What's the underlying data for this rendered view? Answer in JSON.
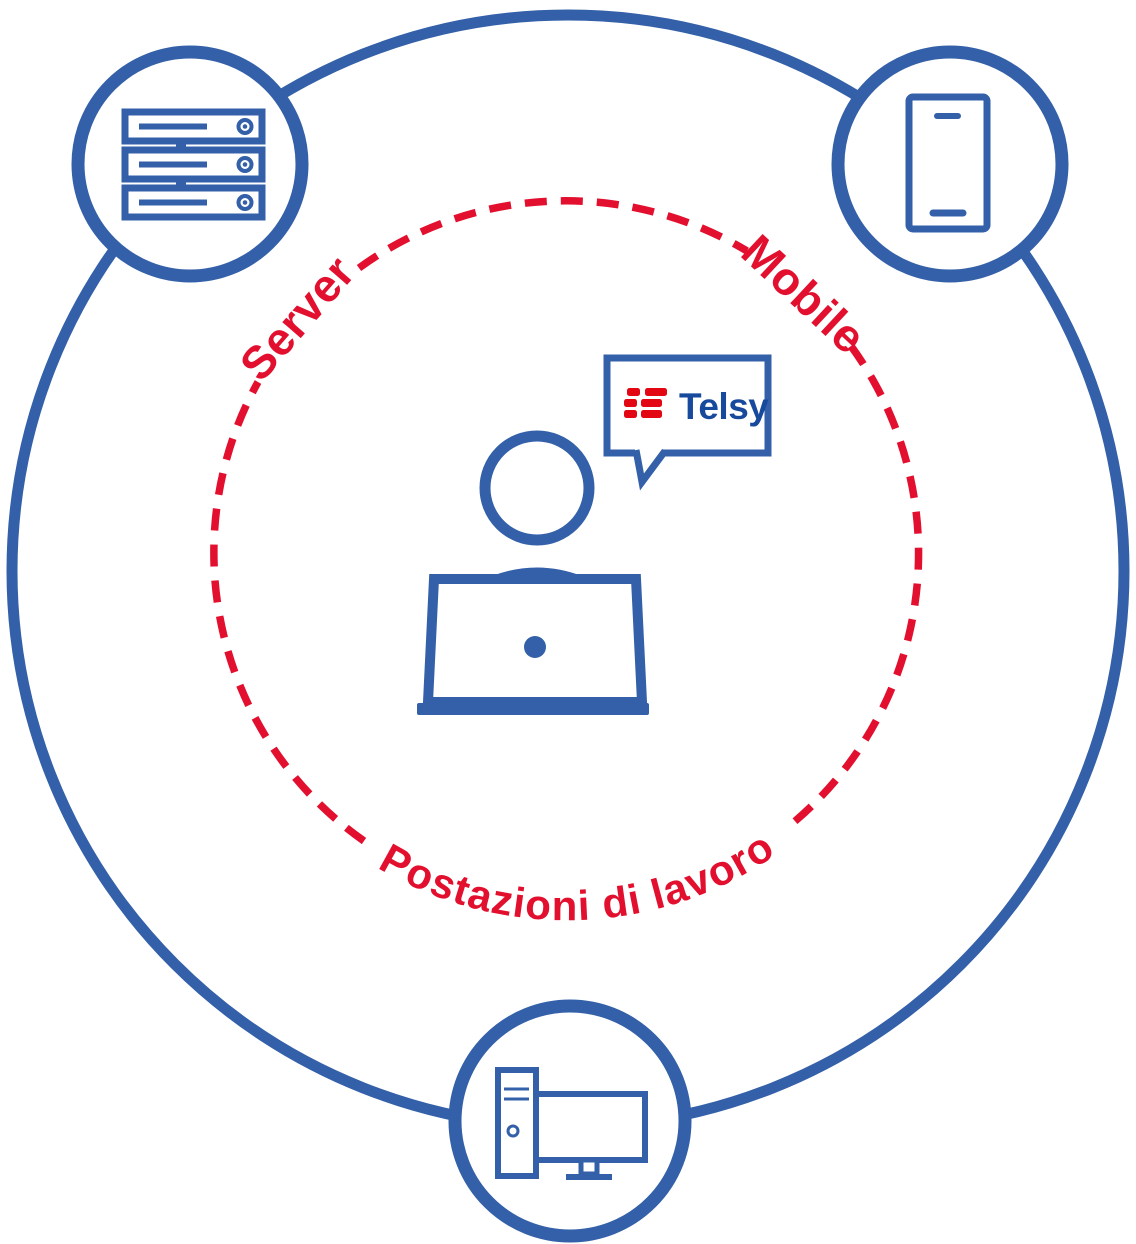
{
  "diagram": {
    "type": "ecosystem-circle-diagram",
    "ring_labels": {
      "server": "Server",
      "mobile": "Mobile",
      "workstations": "Postazioni di lavoro"
    },
    "nodes": [
      {
        "id": "server",
        "icon": "server-rack-icon",
        "position": "top-left",
        "label": "Server"
      },
      {
        "id": "mobile",
        "icon": "smartphone-icon",
        "position": "top-right",
        "label": "Mobile"
      },
      {
        "id": "workstations",
        "icon": "desktop-computer-icon",
        "position": "bottom",
        "label": "Postazioni di lavoro"
      }
    ],
    "center": {
      "icon": "person-at-laptop-icon",
      "speech_bubble": {
        "logo_icon": "telsy-brand-icon",
        "logo_text": "Telsy"
      }
    }
  },
  "colors": {
    "blue": "#3360A8",
    "navy": "#17499C",
    "brand-red": "#E30613",
    "dash-red": "#E2102E",
    "background": "#FFFFFF"
  }
}
